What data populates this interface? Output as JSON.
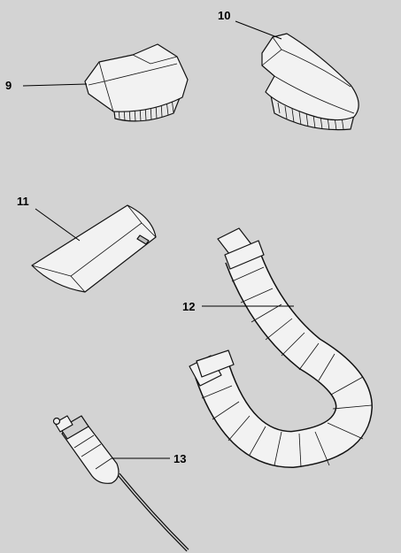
{
  "background_color": "#d3d3d3",
  "callouts": [
    {
      "id": "9",
      "label": "9"
    },
    {
      "id": "10",
      "label": "10"
    },
    {
      "id": "11",
      "label": "11"
    },
    {
      "id": "12",
      "label": "12"
    },
    {
      "id": "13",
      "label": "13"
    }
  ]
}
